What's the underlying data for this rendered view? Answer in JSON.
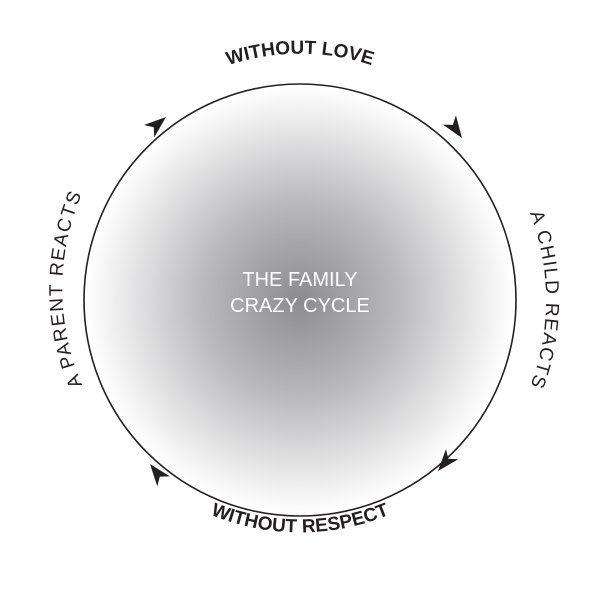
{
  "diagram": {
    "center": {
      "line1": "THE FAMILY",
      "line2": "CRAZY CYCLE"
    },
    "labels": {
      "top": "WITHOUT LOVE",
      "right": "A CHILD REACTS",
      "bottom": "WITHOUT RESPECT",
      "left": "A PARENT REACTS"
    },
    "flow_direction": "clockwise",
    "colors": {
      "ring": "#231f20",
      "shade_dark": "#8c8c8e",
      "shade_light": "#ffffff",
      "center_text": "#ffffff"
    }
  }
}
